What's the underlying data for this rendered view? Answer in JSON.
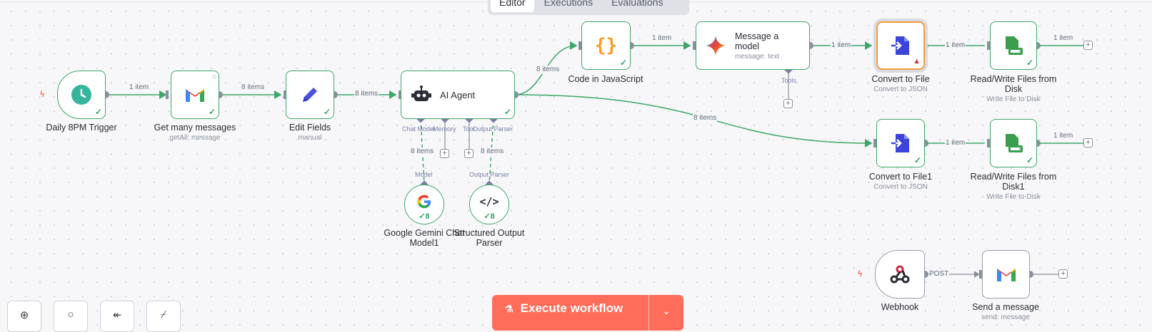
{
  "tabs": [
    {
      "label": "Editor",
      "active": true
    },
    {
      "label": "Executions",
      "active": false
    },
    {
      "label": "Evaluations",
      "active": false
    }
  ],
  "nodes": {
    "daily_trigger": {
      "label": "Daily 8PM Trigger",
      "icon": "clock-icon"
    },
    "get_messages": {
      "label": "Get many messages",
      "sub": "getAll: message",
      "icon": "gmail-icon"
    },
    "edit_fields": {
      "label": "Edit Fields",
      "sub": "manual",
      "icon": "pencil-icon"
    },
    "ai_agent": {
      "label": "AI Agent",
      "icon": "robot-icon"
    },
    "code_js": {
      "label": "Code in JavaScript",
      "icon": "code-braces-icon"
    },
    "message_model": {
      "label": "Message a model",
      "sub": "message: text",
      "icon": "gemini-icon"
    },
    "convert_file": {
      "label": "Convert to File",
      "sub": "Convert to JSON",
      "icon": "file-convert-icon"
    },
    "rw_files": {
      "label": "Read/Write Files from Disk",
      "sub": "Write File to Disk",
      "icon": "disk-icon"
    },
    "convert_file1": {
      "label": "Convert to File1",
      "sub": "Convert to JSON",
      "icon": "file-convert-icon"
    },
    "rw_files1": {
      "label": "Read/Write Files from Disk1",
      "sub": "Write File to Disk",
      "icon": "disk-icon"
    },
    "gemini_chat": {
      "label": "Google Gemini Chat Model1",
      "count": "8",
      "icon": "google-icon"
    },
    "output_parser": {
      "label": "Structured Output Parser",
      "count": "8",
      "icon": "code-tag-icon"
    },
    "webhook": {
      "label": "Webhook",
      "icon": "webhook-icon"
    },
    "send_message": {
      "label": "Send a message",
      "sub": "send: message",
      "icon": "gmail-icon"
    }
  },
  "edges": {
    "trigger_to_get": "1 item",
    "get_to_edit": "8 items",
    "edit_to_agent": "8 items",
    "agent_to_code": "8 items",
    "code_to_model": "1 item",
    "model_to_convert": "1 item",
    "convert_to_rw": "1 item",
    "rw_out": "1 item",
    "agent_to_convert1": "8 items",
    "convert1_to_rw1": "1 item",
    "rw1_out": "1 item",
    "chat_model_link": "8 items",
    "parser_link": "8 items",
    "webhook_to_send": "POST"
  },
  "ports": {
    "chat_model": "Chat Model",
    "memory": "Memory",
    "tool": "Tool",
    "output_parser": "Output Parser",
    "model_in": "Model",
    "parser_in": "Output Parser",
    "tools": "Tools"
  },
  "execute": {
    "label": "Execute workflow",
    "icon": "flask-icon"
  },
  "colors": {
    "accent": "#ff6d5a",
    "success": "#3fa66b",
    "warning": "#f59e3b",
    "ai_port": "#7a7fa8"
  }
}
